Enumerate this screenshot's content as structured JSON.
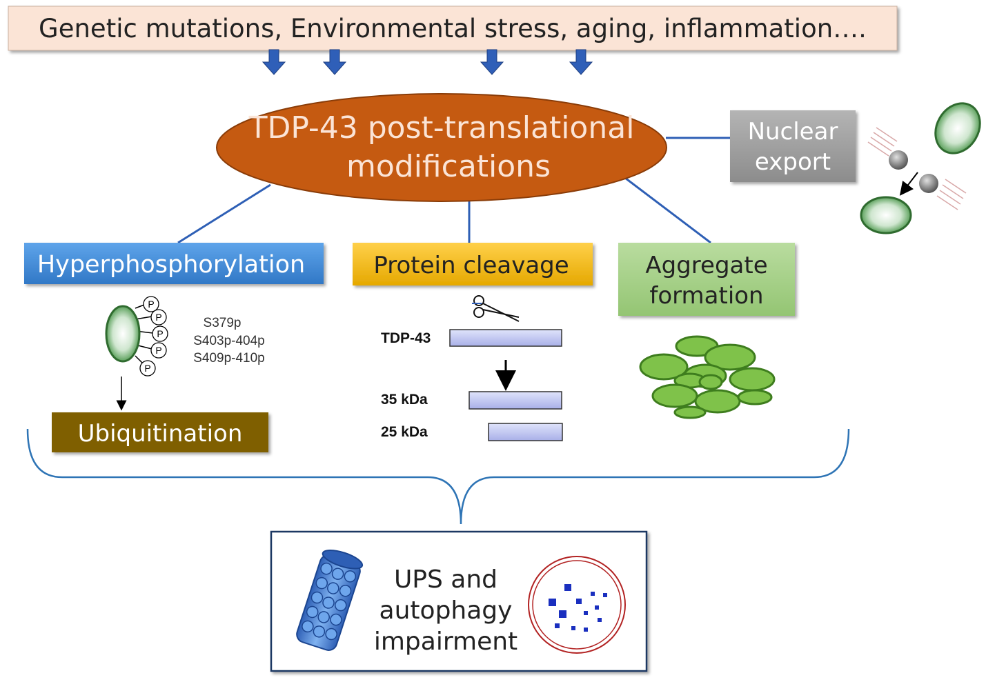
{
  "causes": {
    "text": "Genetic mutations, Environmental stress, aging, inflammation…."
  },
  "center": {
    "line1": "TDP-43 post-translational",
    "line2": "modifications"
  },
  "nuclear_export": {
    "line1": "Nuclear",
    "line2": "export"
  },
  "hyperphosphorylation": {
    "label": "Hyperphosphorylation",
    "phospho_sites": [
      "S379p",
      "S403p-404p",
      "S409p-410p"
    ],
    "p_marker": "P"
  },
  "ubiquitination": {
    "label": "Ubiquitination"
  },
  "cleavage": {
    "label": "Protein cleavage",
    "full_label": "TDP-43",
    "fragment_35": "35 kDa",
    "fragment_25": "25 kDa"
  },
  "aggregate": {
    "line1": "Aggregate",
    "line2": "formation"
  },
  "outcome": {
    "line1": "UPS and",
    "line2": "autophagy",
    "line3": "impairment"
  },
  "colors": {
    "causes_bg": "#fbe4d6",
    "ellipse": "#c55a11",
    "arrow_blue": "#2f5fb8",
    "connector": "#2e5fb5",
    "hyper_box": "#4a90d9",
    "cleavage_box": "#f2b81c",
    "aggregate_box": "#a9d18e",
    "ubiquitin_box": "#7f5f00",
    "nuclear_box": "#a6a6a6",
    "protein_green": "#3e8f3e",
    "bracket": "#2e74b5",
    "outcome_border": "#1f3864"
  }
}
